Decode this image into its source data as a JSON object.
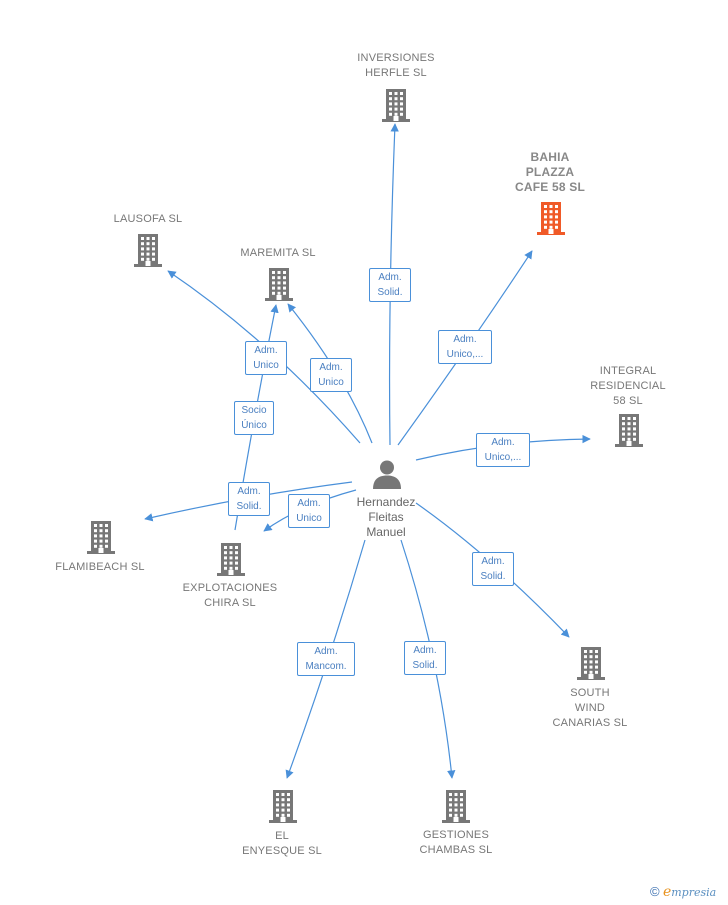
{
  "colors": {
    "edge": "#4a90d9",
    "building": "#777777",
    "building_highlight": "#f05a28",
    "person": "#777777"
  },
  "person": {
    "name": "Hernandez\nFleitas\nManuel",
    "icon": "person-icon"
  },
  "companies": [
    {
      "id": "inversiones-herfle",
      "name": "INVERSIONES\nHERFLE  SL",
      "highlight": false
    },
    {
      "id": "bahia-plazza",
      "name": "BAHIA\nPLAZZA\nCAFE 58  SL",
      "highlight": true
    },
    {
      "id": "lausofa",
      "name": "LAUSOFA  SL",
      "highlight": false
    },
    {
      "id": "maremita",
      "name": "MAREMITA SL",
      "highlight": false
    },
    {
      "id": "integral-residencial",
      "name": "INTEGRAL\nRESIDENCIAL\n58  SL",
      "highlight": false
    },
    {
      "id": "flamibeach",
      "name": "FLAMIBEACH SL",
      "highlight": false
    },
    {
      "id": "explotaciones-chira",
      "name": "EXPLOTACIONES\nCHIRA  SL",
      "highlight": false
    },
    {
      "id": "south-wind",
      "name": "SOUTH\nWIND\nCANARIAS SL",
      "highlight": false
    },
    {
      "id": "el-enyesque",
      "name": "EL\nENYESQUE  SL",
      "highlight": false
    },
    {
      "id": "gestiones-chambas",
      "name": "GESTIONES\nCHAMBAS  SL",
      "highlight": false
    }
  ],
  "roles": [
    {
      "id": "herfle",
      "label": "Adm.\nSolid."
    },
    {
      "id": "bahia",
      "label": "Adm.\nUnico,..."
    },
    {
      "id": "lausofa",
      "label": "Adm.\nUnico"
    },
    {
      "id": "maremita",
      "label": "Adm.\nUnico"
    },
    {
      "id": "socio",
      "label": "Socio\nÚnico"
    },
    {
      "id": "integral",
      "label": "Adm.\nUnico,..."
    },
    {
      "id": "flamibeach",
      "label": "Adm.\nSolid."
    },
    {
      "id": "chira",
      "label": "Adm.\nUnico"
    },
    {
      "id": "south",
      "label": "Adm.\nSolid."
    },
    {
      "id": "enyesque",
      "label": "Adm.\nMancom."
    },
    {
      "id": "chambas",
      "label": "Adm.\nSolid."
    }
  ],
  "brand": {
    "copyright": "©",
    "initial": "e",
    "name": "mpresia"
  }
}
